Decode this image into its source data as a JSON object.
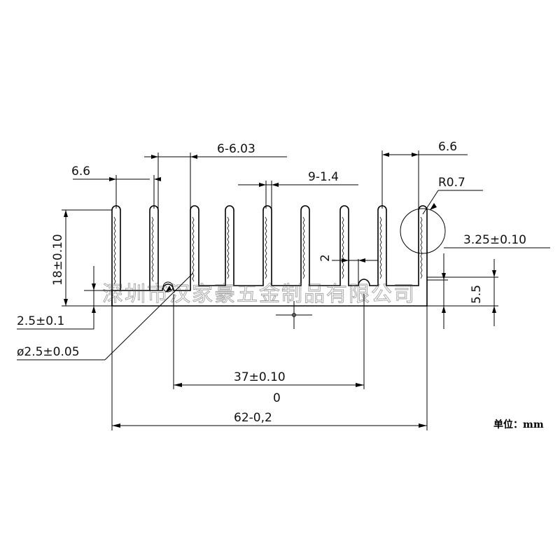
{
  "dimensions": {
    "fin_pitch_left": "6.6",
    "fin_pitch_group": "6-6.03",
    "fin_thickness": "9-1.4",
    "fin_pitch_right": "6.6",
    "fin_tip_radius": "R0.7",
    "fin_height": "18±0.10",
    "slot_width": "2",
    "slot_depth": "3.25±0.10",
    "base_thickness": "5.5",
    "base_step": "2.5±0.1",
    "hole_diameter": "ø2.5±0.05",
    "hole_spacing": "37±0.10",
    "zero_mark": "0",
    "overall_width": "62-0,2"
  },
  "watermark": "深圳市汉家豪五金制品有限公司",
  "unit_label": "单位：mm"
}
